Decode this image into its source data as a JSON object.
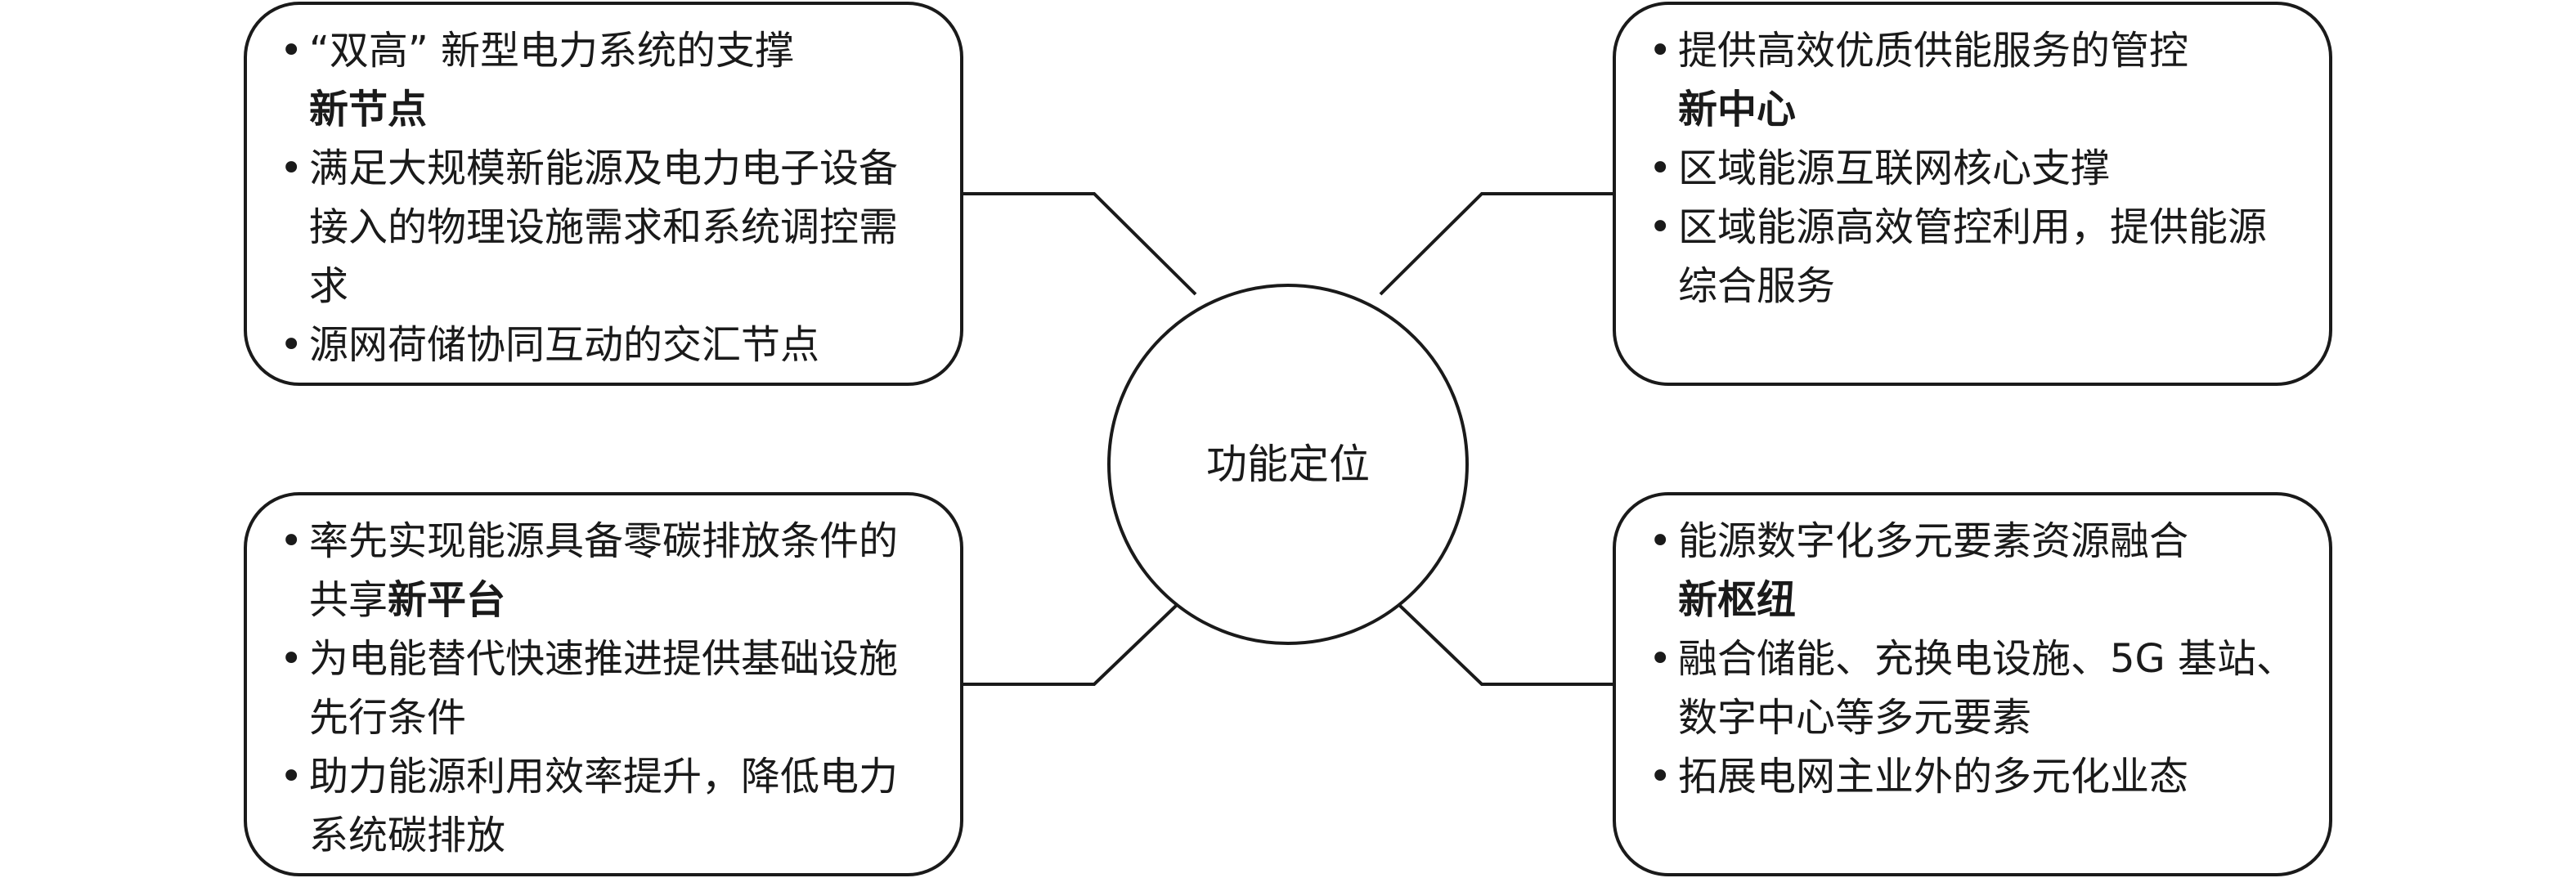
{
  "diagram": {
    "center": {
      "label": "功能定位"
    },
    "top_left": {
      "items": [
        {
          "text": "“双高” 新型电力系统的支撑",
          "highlight": "新节点",
          "after": ""
        },
        {
          "text": "满足大规模新能源及电力电子设备接入的物理设施需求和系统调控需求",
          "highlight": "",
          "after": ""
        },
        {
          "text": "源网荷储协同互动的交汇节点",
          "highlight": "",
          "after": ""
        }
      ]
    },
    "top_right": {
      "items": [
        {
          "text": "提供高效优质供能服务的管控",
          "highlight": "新中心",
          "after": ""
        },
        {
          "text": "区域能源互联网核心支撑",
          "highlight": "",
          "after": ""
        },
        {
          "text": "区域能源高效管控利用，提供能源综合服务",
          "highlight": "",
          "after": ""
        }
      ]
    },
    "bottom_left": {
      "items": [
        {
          "text": "率先实现能源具备零碳排放条件的共享",
          "highlight": "新平台",
          "after": ""
        },
        {
          "text": "为电能替代快速推进提供基础设施先行条件",
          "highlight": "",
          "after": ""
        },
        {
          "text": "助力能源利用效率提升，降低电力系统碳排放",
          "highlight": "",
          "after": ""
        }
      ]
    },
    "bottom_right": {
      "items": [
        {
          "text": "能源数字化多元要素资源融合",
          "highlight": "新枢纽",
          "after": ""
        },
        {
          "text": "融合储能、充换电设施、5G 基站、数字中心等多元要素",
          "highlight": "",
          "after": ""
        },
        {
          "text": "拓展电网主业外的多元化业态",
          "highlight": "",
          "after": ""
        }
      ]
    },
    "bullet_symbol": "•"
  }
}
